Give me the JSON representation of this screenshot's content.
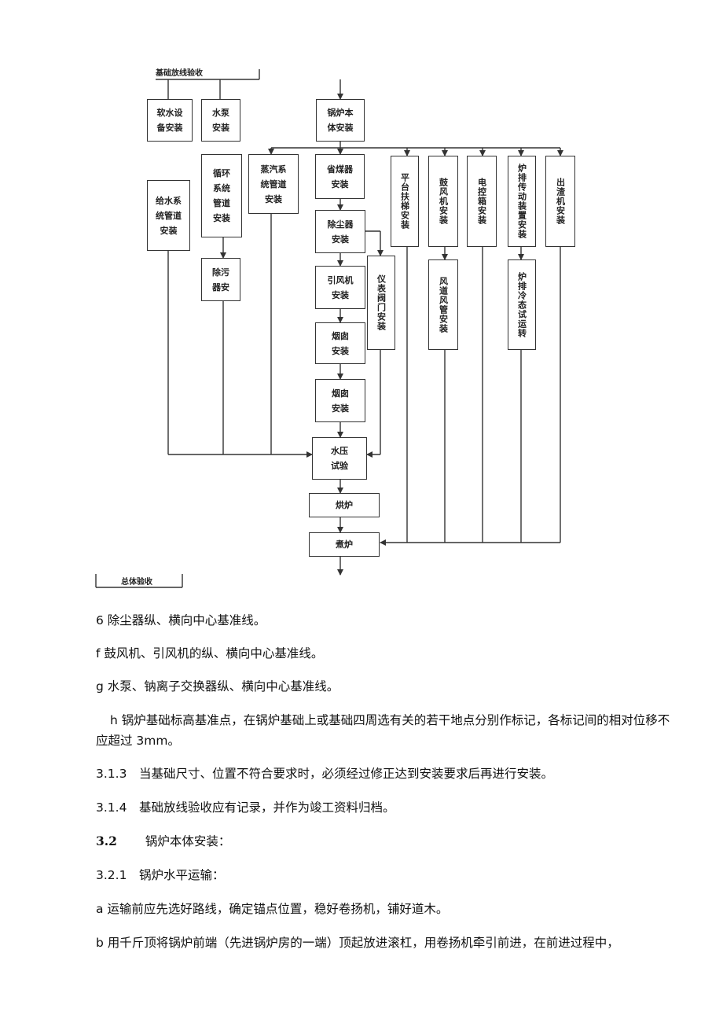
{
  "flowchart": {
    "top_label": "基础放线验收",
    "bottom_label": "总体验收",
    "boxes": {
      "soft_water": "软水设\n备安装",
      "water_pump": "水泵\n安装",
      "boiler_body": "锅炉本\n体安装",
      "feed_water": "给水系\n统管道\n安装",
      "circulation": "循环\n系统\n管道\n安装",
      "steam": "蒸汽系\n统管道\n安装",
      "economizer": "省煤器\n安装",
      "platform": "平台扶梯安装",
      "blower": "鼓风机安装",
      "electric": "电控箱安装",
      "grate_drive": "炉排传动装置安装",
      "slag": "出渣机安装",
      "deduster": "除尘器\n安装",
      "desludge": "除污\n器安",
      "induced_fan": "引风机\n安装",
      "instrument": "仪表阀门安装",
      "air_duct": "风道风管安装",
      "grate_test": "炉排冷态试运转",
      "flue1": "烟囱\n安装",
      "flue2": "烟囱\n安装",
      "pressure_test": "水压\n试验",
      "baking": "烘炉",
      "boiling": "煮炉"
    }
  },
  "paragraphs": [
    "6 除尘器纵、横向中心基准线。",
    "f 鼓风机、引风机的纵、横向中心基准线。",
    "g 水泵、钠离子交换器纵、横向中心基准线。",
    "h 锅炉基础标高基准点，在锅炉基础上或基础四周选有关的若干地点分别作标记，各标记间的相对位移不应超过 3mm。",
    "3.1.3　当基础尺寸、位置不符合要求时，必须经过修正达到安装要求后再进行安装。",
    "3.1.4　基础放线验收应有记录，并作为竣工资料归档。"
  ],
  "section": {
    "number": "3.2",
    "title": "锅炉本体安装："
  },
  "subsection": "3.2.1　锅炉水平运输：",
  "items": [
    "a 运输前应先选好路线，确定锚点位置，稳好卷扬机，铺好道木。",
    "b 用千斤顶将锅炉前端（先进锅炉房的一端）顶起放进滚杠，用卷扬机牵引前进，在前进过程中，"
  ]
}
